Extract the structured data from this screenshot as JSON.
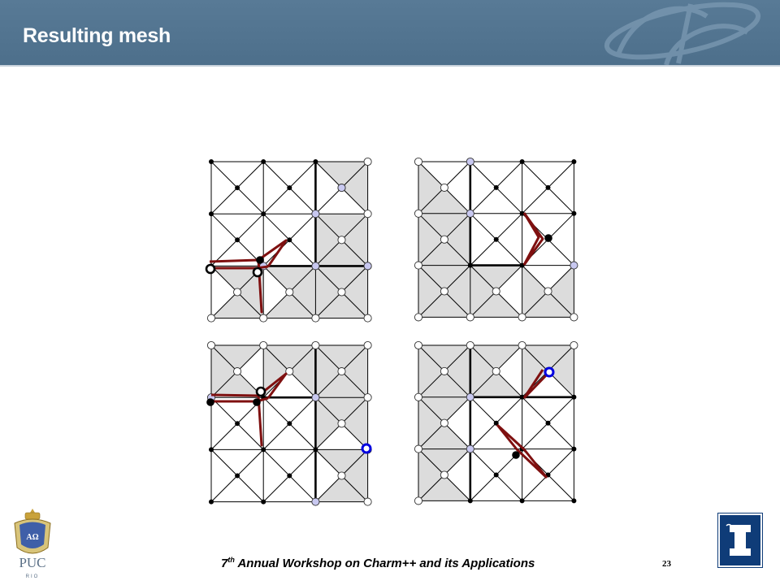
{
  "slide": {
    "title": "Resulting mesh",
    "footer": {
      "ordinal_number": "7",
      "ordinal_suffix": "th",
      "workshop": " Annual Workshop on Charm++ and its Applications"
    },
    "page_number": "23"
  },
  "logos": {
    "left": "PUC",
    "left_sub": "RIO",
    "left_seal_letters": "AΩ",
    "right_icon": "illinois-block-i-icon"
  },
  "diagram": {
    "panels": [
      {
        "id": "top-left",
        "description_key": "mesh-panel-1"
      },
      {
        "id": "top-right",
        "description_key": "mesh-panel-2"
      },
      {
        "id": "bottom-left",
        "description_key": "mesh-panel-3"
      },
      {
        "id": "bottom-right",
        "description_key": "mesh-panel-4"
      }
    ],
    "colors": {
      "shaded_triangle": "#dcdcdc",
      "mesh_line": "#000000",
      "path": "#7f1010",
      "open_node": "#ffffff",
      "lavender_node": "#c8c8f0",
      "blue_ring": "#0000e0",
      "header": "#4f718d"
    }
  }
}
